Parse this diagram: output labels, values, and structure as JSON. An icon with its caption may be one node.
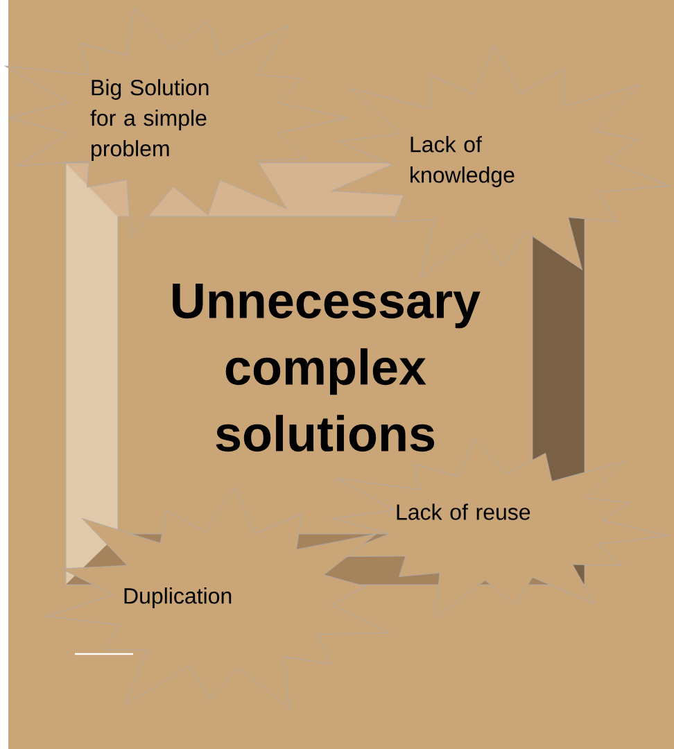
{
  "diagram": {
    "nodes": [
      {
        "text": [
          "Unnecessary complex solutions"
        ]
      },
      {
        "text": [
          "Big Solution for a simple problem"
        ]
      },
      {
        "text": [
          "Lack of knowledge"
        ]
      },
      {
        "text": [
          "Lack of reuse"
        ]
      },
      {
        "text": [
          "Duplication"
        ]
      }
    ]
  }
}
